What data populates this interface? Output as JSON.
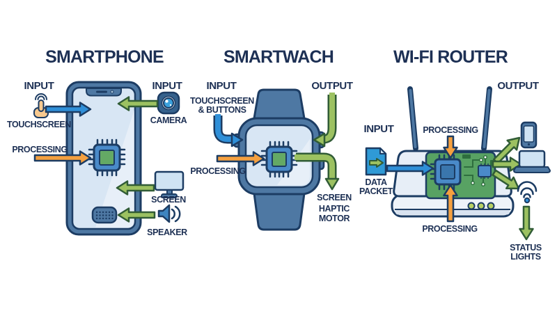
{
  "colors": {
    "background": "#ffffff",
    "text_navy": "#1d3054",
    "outline_navy": "#1c3c63",
    "device_steel_blue": "#4e78a3",
    "screen_light_blue": "#d8e6f4",
    "arrow_blue": "#2f8fd8",
    "arrow_green": "#9cc161",
    "arrow_green_outline": "#315c36",
    "arrow_orange": "#f5a03f",
    "chip_blue": "#4a8ac9",
    "chip_core_green": "#64a965",
    "pcb_green": "#58a263",
    "led_green": "#b8d063",
    "skin_tone": "#f7c98f"
  },
  "sections": {
    "smartphone": {
      "title": "SMARTPHONE",
      "input_left_label": "INPUT",
      "touchscreen_label": "TOUCHSCREEN",
      "processing_label": "PROCESSING",
      "input_right_label": "INPUT",
      "camera_label": "CAMERA",
      "screen_label": "SCREEN",
      "speaker_label": "SPEAKER"
    },
    "smartwatch": {
      "title": "SMARTWACH",
      "input_label": "INPUT",
      "input_sub_line1": "TOUCHSCREEN",
      "input_sub_line2": "& BUTTONS",
      "processing_label": "PROCESSING",
      "output_label": "OUTPUT",
      "output_sub_line1": "SCREEN",
      "output_sub_line2": "HAPTIC",
      "output_sub_line3": "MOTOR"
    },
    "wifi_router": {
      "title": "WI-FI ROUTER",
      "input_label": "INPUT",
      "data_packet_line1": "DATA",
      "data_packet_line2": "PACKET",
      "processing_top_label": "PROCESSING",
      "processing_bottom_label": "PROCESSING",
      "output_label": "OUTPUT",
      "status_lights_line1": "STATUS",
      "status_lights_line2": "LIGHTS"
    }
  }
}
